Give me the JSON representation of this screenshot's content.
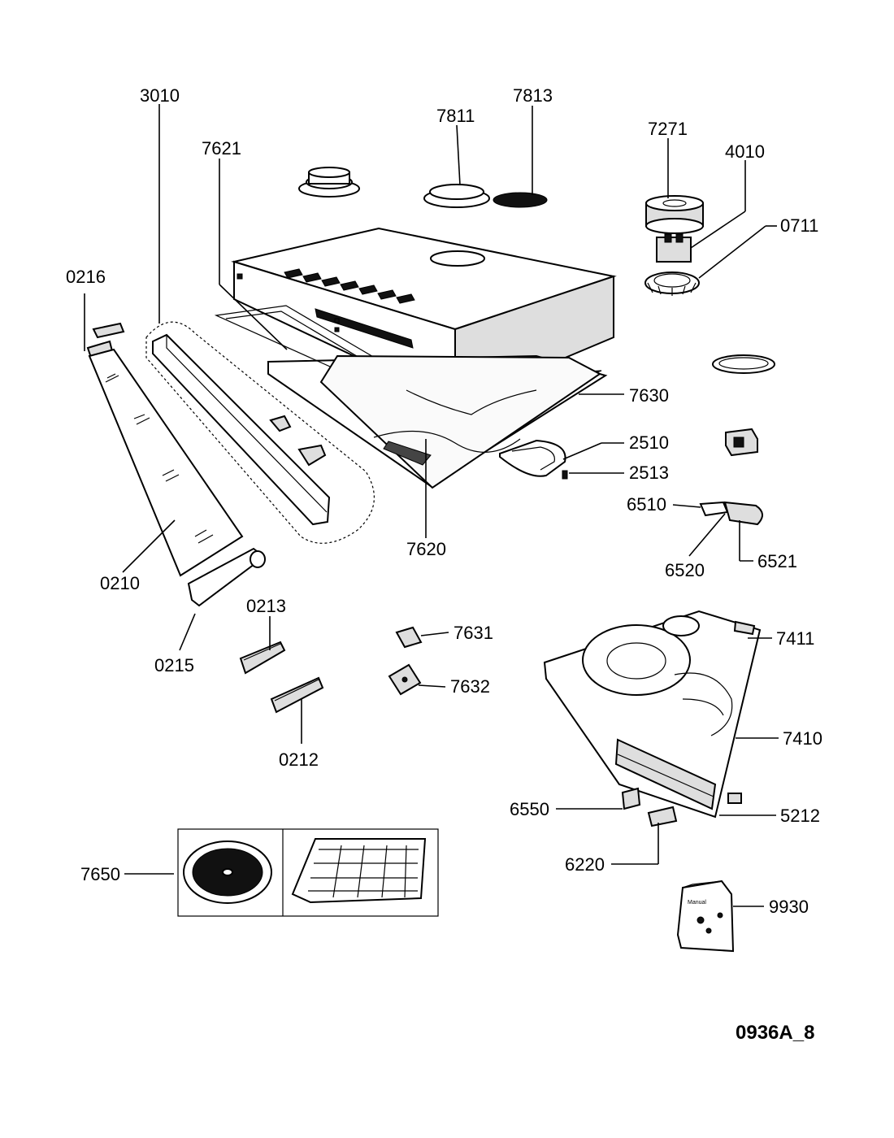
{
  "diagram": {
    "code": "0936A_8",
    "callouts": [
      "3010",
      "7811",
      "7813",
      "7271",
      "4010",
      "7621",
      "0711",
      "0216",
      "7630",
      "2510",
      "2513",
      "6510",
      "6520",
      "6521",
      "7620",
      "0210",
      "0213",
      "7631",
      "7411",
      "0215",
      "7632",
      "7410",
      "0212",
      "6550",
      "5212",
      "7650",
      "6220",
      "9930"
    ],
    "bag_text": "Manual"
  }
}
